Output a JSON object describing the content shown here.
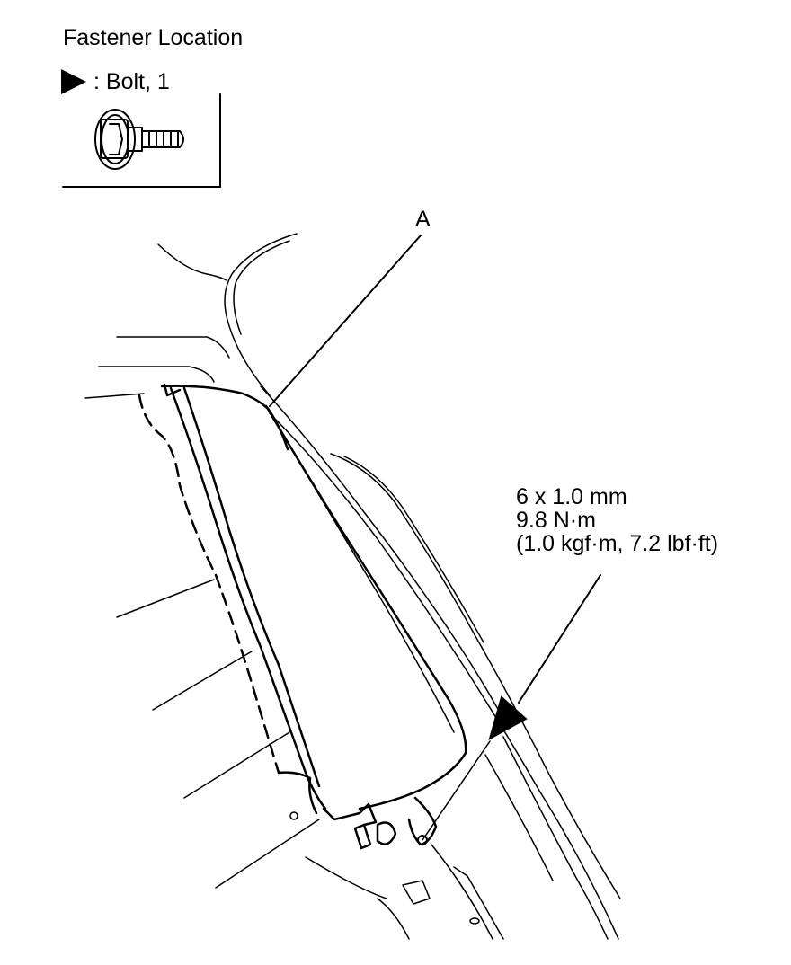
{
  "legend": {
    "title": "Fastener Location",
    "bolt_label": ": Bolt, 1"
  },
  "callouts": {
    "part_a": "A"
  },
  "bolt_spec": {
    "size": "6 x 1.0 mm",
    "torque_nm": "9.8 N·m",
    "torque_alt": "(1.0 kgf·m, 7.2 lbf·ft)"
  },
  "icons": {
    "legend_marker": "triangle-arrow-icon",
    "bolt": "flange-bolt-icon"
  },
  "colors": {
    "line": "#000000",
    "background": "#ffffff"
  }
}
